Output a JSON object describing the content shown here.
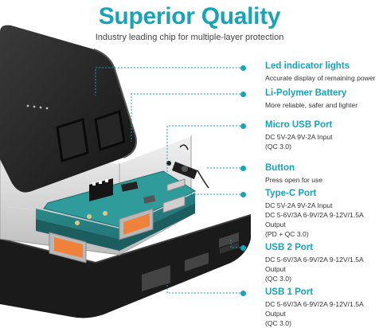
{
  "header": {
    "title": "Superior Quality",
    "subtitle": "Industry leading chip for multiple-layer protection"
  },
  "accent_color": "#17a3b8",
  "callouts": [
    {
      "name": "Led indicator lights",
      "desc": "Accurate display of remaining power"
    },
    {
      "name": "Li-Polymer Battery",
      "desc": "More reliable, safer and lighter"
    },
    {
      "name": "Micro USB Port",
      "desc": "DC 5V-2A 9V-2A Input\n(QC 3.0)"
    },
    {
      "name": "Button",
      "desc": "Press open for use"
    },
    {
      "name": "Type-C Port",
      "desc": "DC 5V-2A 9V-2A Input\nDC 5-6V/3A 6-9V/2A 9-12V/1.5A Output\n(PD + QC 3.0)"
    },
    {
      "name": "USB 2 Port",
      "desc": "DC 5-6V/3A 6-9V/2A 9-12V/1.5A Output\n(QC 3.0)"
    },
    {
      "name": "USB 1 Port",
      "desc": "DC 5-6V/3A 6-9V/2A 9-12V/1.5A Output\n(QC 3.0)"
    }
  ]
}
